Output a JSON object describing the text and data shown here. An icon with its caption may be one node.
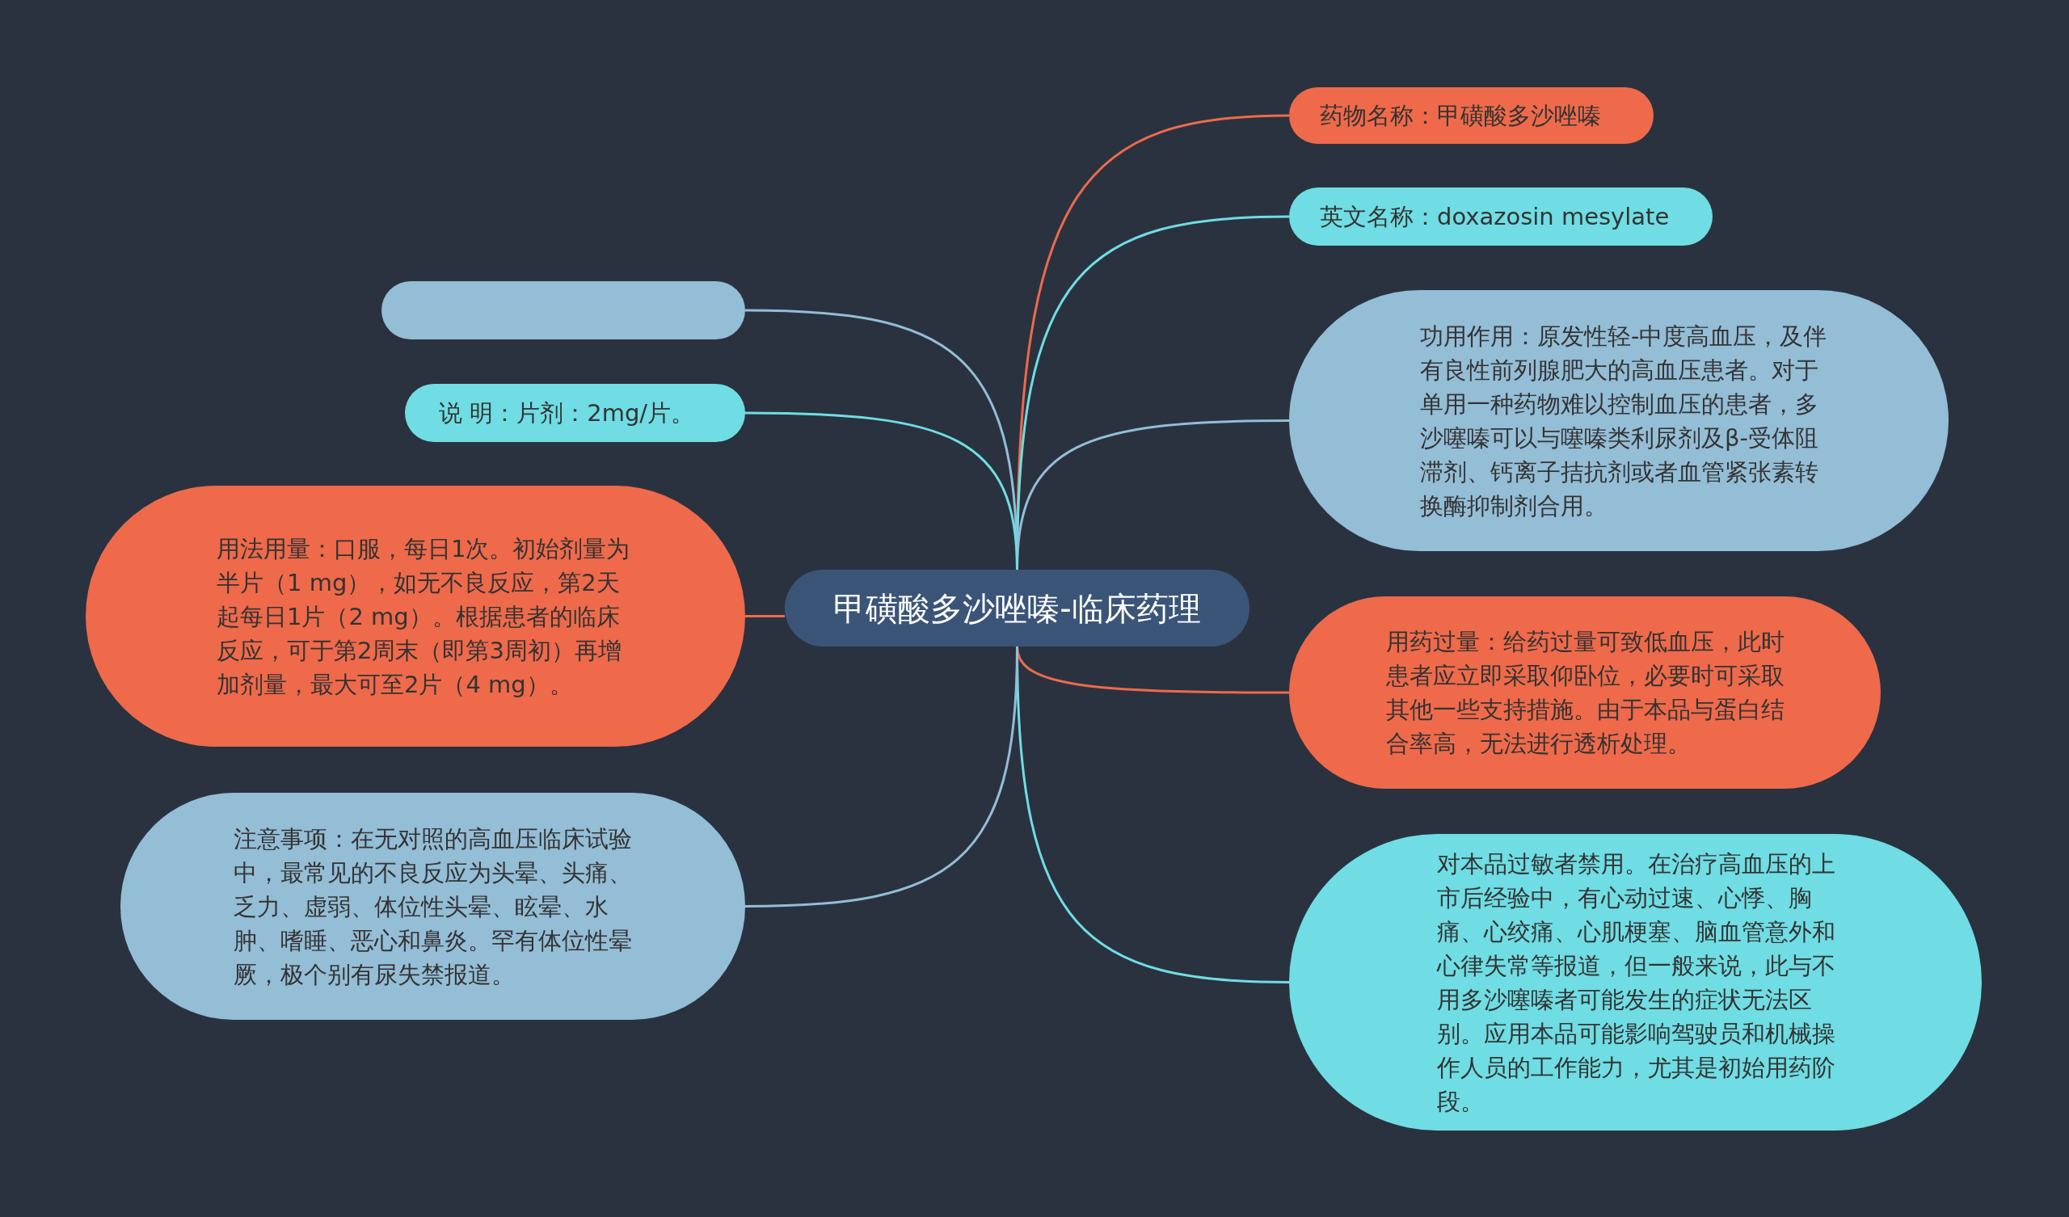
{
  "diagram": {
    "nodes": [
      {
        "text": [
          "甲磺酸多沙唑嗪-临床药理"
        ]
      },
      {
        "text": [
          "药物名称：甲磺酸多沙唑嗪"
        ]
      },
      {
        "text": [
          "英文名称：doxazosin mesylate"
        ]
      },
      {
        "text": [
          "功用作用：原发性轻-中度高血压，及伴有良性前列腺肥大的高血压患者。对于单用一种药物难以控制血压的患者，多沙噻嗪可以与噻嗪类利尿剂及β-受体阻滞剂、钙离子拮抗剂或者血管紧张素转换酶抑制剂合用。"
        ]
      },
      {
        "text": [
          "用药过量：给药过量可致低血压，此时患者应立即采取仰卧位，必要时可采取其他一些支持措施。由于本品与蛋白结合率高，无法进行透析处理。"
        ]
      },
      {
        "text": [
          "对本品过敏者禁用。在治疗高血压的上市后经验中，有心动过速、心悸、胸痛、心绞痛、心肌梗塞、脑血管意外和心律失常等报道，但一般来说，此与不用多沙噻嗪者可能发生的症状无法区别。应用本品可能影响驾驶员和机械操作人员的工作能力，尤其是初始用药阶段。"
        ]
      },
      {
        "text": [],
        "shape": "box"
      },
      {
        "text": [
          "说 明：片剂：2mg/片。"
        ]
      },
      {
        "text": [
          "用法用量：口服，每日1次。初始剂量为半片（1 mg），如无不良反应，第2天起每日1片（2 mg）。根据患者的临床反应，可于第2周末（即第3周初）再增加剂量，最大可至2片（4 mg）。"
        ]
      },
      {
        "text": [
          "注意事项：在无对照的高血压临床试验中，最常见的不良反应为头晕、头痛、乏力、虚弱、体位性头晕、眩晕、水肿、嗜睡、恶心和鼻炎。罕有体位性晕厥，极个别有尿失禁报道。"
        ]
      }
    ],
    "edges": [
      {
        "from": 0,
        "to": 1,
        "arrow": "none",
        "color": "#ee6a4b"
      },
      {
        "from": 0,
        "to": 2,
        "arrow": "none",
        "color": "#6fdde3"
      },
      {
        "from": 0,
        "to": 3,
        "arrow": "none",
        "color": "#94bdd6"
      },
      {
        "from": 0,
        "to": 4,
        "arrow": "none",
        "color": "#ee6a4b"
      },
      {
        "from": 0,
        "to": 5,
        "arrow": "none",
        "color": "#6fdde3"
      },
      {
        "from": 0,
        "to": 6,
        "arrow": "none",
        "color": "#94bdd6"
      },
      {
        "from": 0,
        "to": 7,
        "arrow": "none",
        "color": "#6fdde3"
      },
      {
        "from": 0,
        "to": 8,
        "arrow": "none",
        "color": "#ee6a4b"
      },
      {
        "from": 0,
        "to": 9,
        "arrow": "none",
        "color": "#94bdd6"
      }
    ]
  }
}
